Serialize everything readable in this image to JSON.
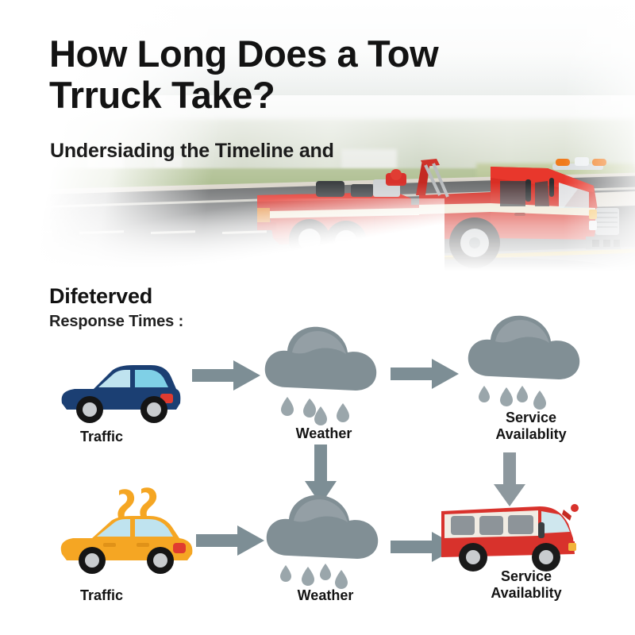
{
  "poster": {
    "headline_line1": "How Long Does a Tow",
    "headline_line2": "Trruck Take?",
    "subhead": "Undersiading the Timeline and",
    "section_title": "Difeterved",
    "section_subtitle": "Response Times :",
    "hero_image_alt": "red-tow-truck-on-highway"
  },
  "colors": {
    "text": "#131313",
    "arrow": "#7d8e95",
    "cloud": "#818f95",
    "cloud_light": "#8e9ba1",
    "raindrop": "#9aa6ab",
    "car_blue": "#1b3f73",
    "car_yellow": "#f5a623",
    "van_red": "#d8322c",
    "van_white": "#f1ece3",
    "truck_red": "#d62b22",
    "truck_stripe": "#efe7d2",
    "road": "#6e7071",
    "yellow_line": "#d9b63f",
    "tire": "#1a1a1a",
    "hub": "#c9ccce"
  },
  "flow": {
    "row1": [
      {
        "id": "traffic-1",
        "icon": "blue-car-icon",
        "label_line1": "Traffic",
        "label_line2": ""
      },
      {
        "id": "weather-1",
        "icon": "rain-cloud-icon",
        "label_line1": "Weather",
        "label_line2": ""
      },
      {
        "id": "service-1",
        "icon": "rain-cloud-icon",
        "label_line1": "Service",
        "label_line2": "Availablity"
      }
    ],
    "row2": [
      {
        "id": "traffic-2",
        "icon": "yellow-car-question-icon",
        "label_line1": "Traffic",
        "label_line2": ""
      },
      {
        "id": "weather-2",
        "icon": "rain-cloud-icon",
        "label_line1": "Weather",
        "label_line2": ""
      },
      {
        "id": "service-2",
        "icon": "red-white-van-icon",
        "label_line1": "Service",
        "label_line2": "Availablity"
      }
    ],
    "arrows": [
      {
        "id": "arrow-traffic1-weather1",
        "direction": "right"
      },
      {
        "id": "arrow-weather1-service1",
        "direction": "right"
      },
      {
        "id": "arrow-weather1-weather2",
        "direction": "down"
      },
      {
        "id": "arrow-service1-van",
        "direction": "down"
      },
      {
        "id": "arrow-traffic2-weather2",
        "direction": "right"
      },
      {
        "id": "arrow-weather2-van",
        "direction": "right"
      }
    ]
  }
}
